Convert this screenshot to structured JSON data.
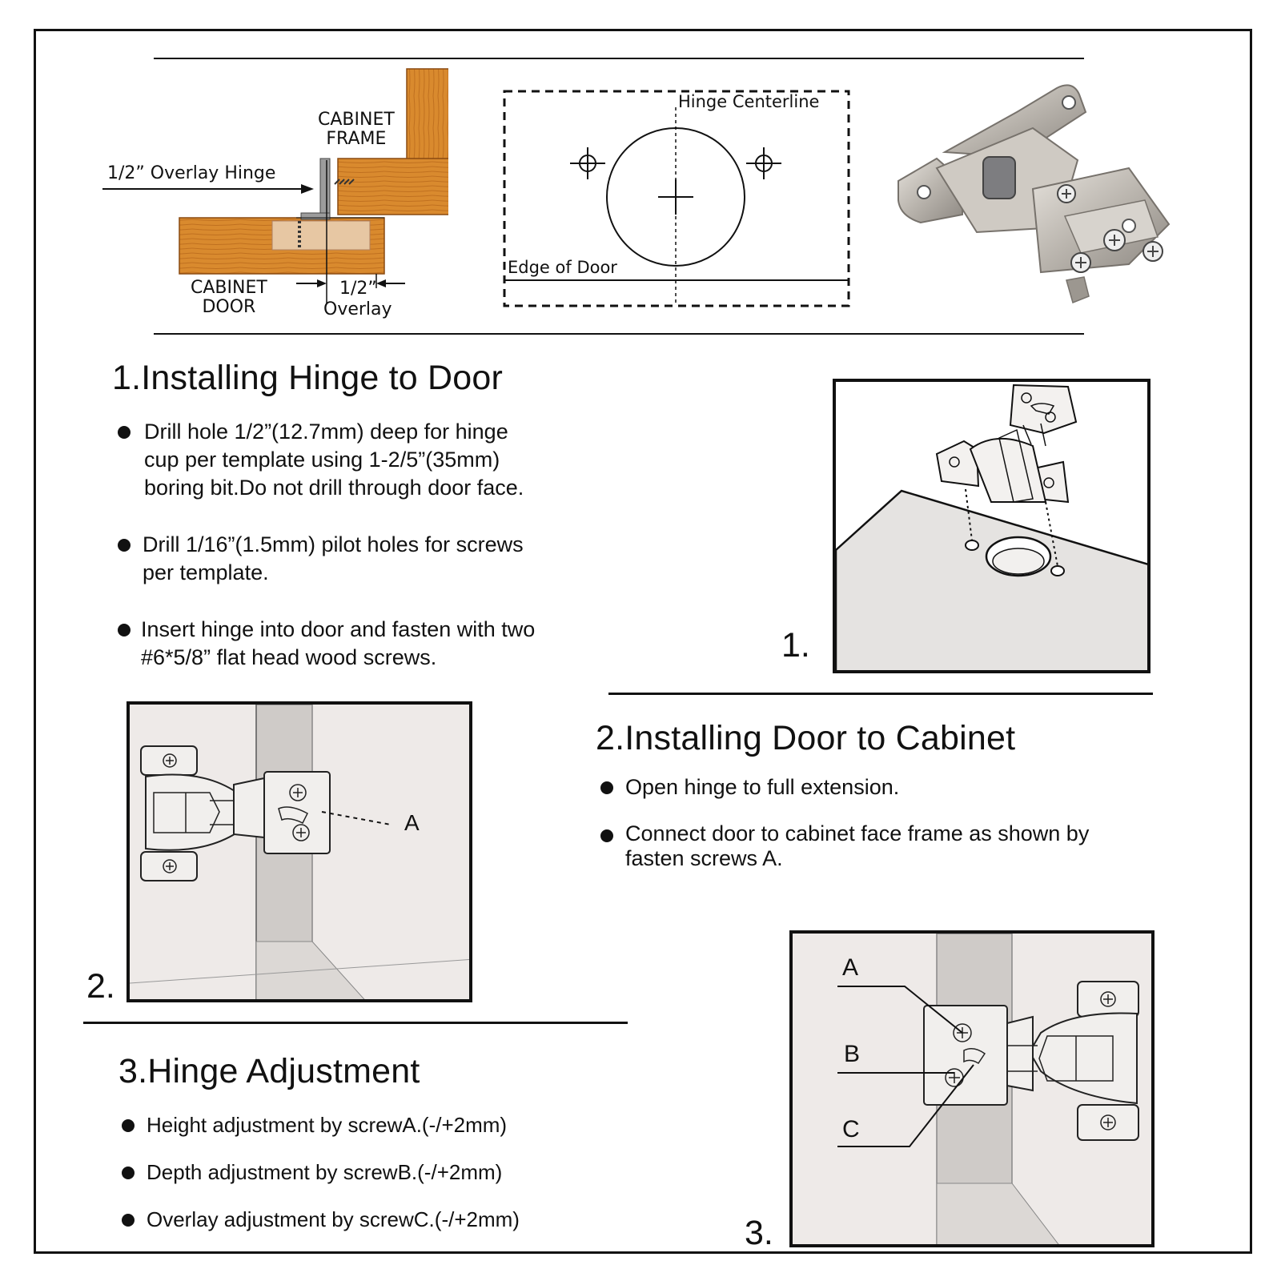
{
  "diagram": {
    "cabinet_frame_label": [
      "CABINET",
      "FRAME"
    ],
    "overlay_hinge_label": "1/2” Overlay Hinge",
    "cabinet_door_label": [
      "CABINET",
      "DOOR"
    ],
    "overlay_value": "1/2”",
    "overlay_label": "Overlay"
  },
  "template": {
    "centerline_label": "Hinge Centerline",
    "edge_label": "Edge of Door"
  },
  "section1": {
    "title": "1.Installing Hinge to Door",
    "steps": [
      [
        "Drill hole 1/2”(12.7mm) deep for hinge",
        "cup per template using 1-2/5”(35mm)",
        "boring bit.Do not drill through door face."
      ],
      [
        "Drill 1/16”(1.5mm) pilot holes for screws",
        "per template."
      ],
      [
        "Insert hinge into door and fasten with two",
        "#6*5/8” flat head wood screws."
      ]
    ],
    "figure_number": "1."
  },
  "section2": {
    "title": "2.Installing Door to Cabinet",
    "steps": [
      [
        "Open hinge to full extension."
      ],
      [
        "Connect door to cabinet face frame as  shown  by",
        "fasten screws A."
      ]
    ],
    "figure_number": "2.",
    "callout": "A"
  },
  "section3": {
    "title": "3.Hinge Adjustment",
    "steps": [
      "Height adjustment by screwA.(-/+2mm)",
      "Depth adjustment by screwB.(-/+2mm)",
      "Overlay adjustment by screwC.(-/+2mm)"
    ],
    "figure_number": "3.",
    "callouts": [
      "A",
      "B",
      "C"
    ]
  },
  "colors": {
    "wood": "#d98a2e",
    "wood_dark": "#b8661a",
    "panel_bg": "#eeeae8",
    "metal": "#c9c5c0"
  }
}
